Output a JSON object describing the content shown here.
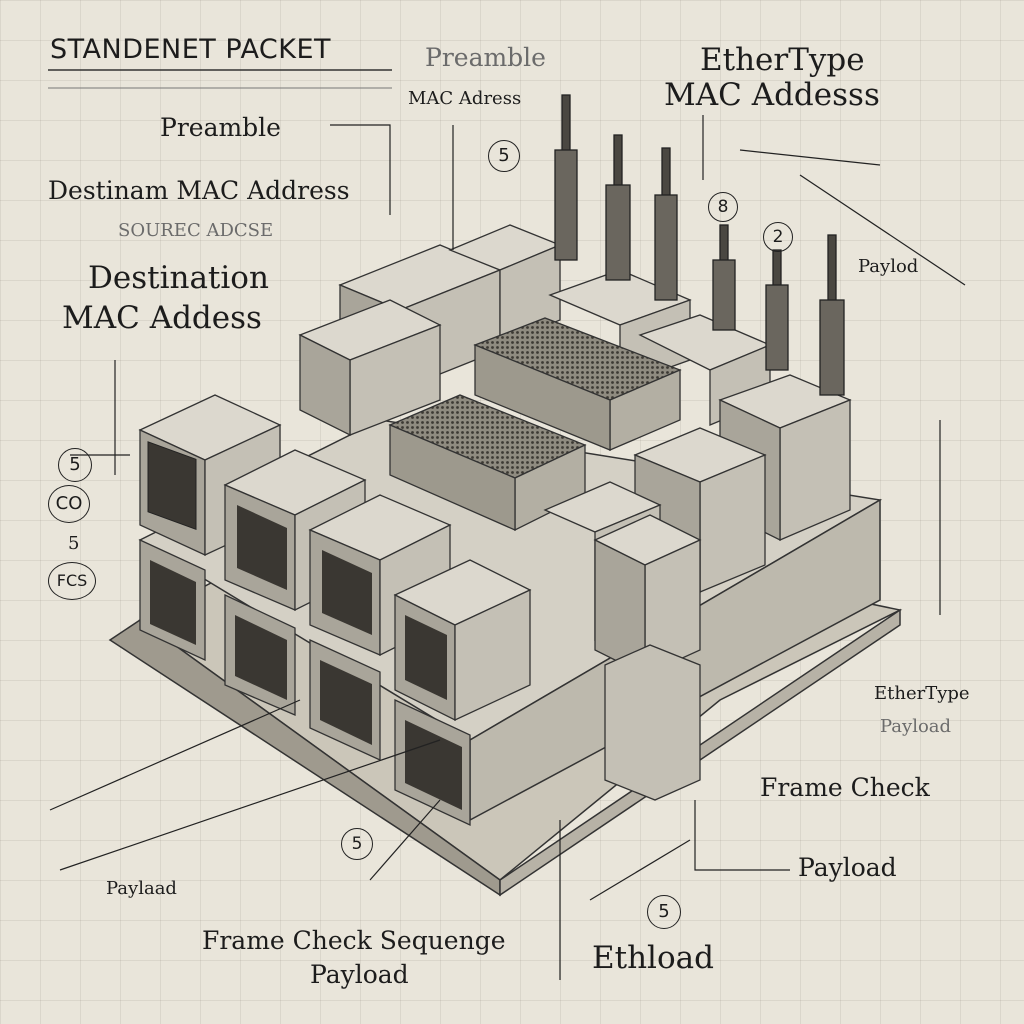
{
  "title": "STANDENET PACKET",
  "labels": {
    "preamble_top": "Preamble",
    "preamble_left": "Preamble",
    "mac_adress_top": "MAC Adress",
    "ethertype_top": "EtherType",
    "mac_addess_top": "MAC Addesss",
    "destinam_mac": "Destinam MAC Address",
    "source_adcse": "SOUREC ADCSE",
    "destination": "Destination",
    "mac_addess_left": "MAC Addess",
    "payload_right": "Paylod",
    "ethertype_right": "EtherType",
    "payload_right_faint": "Payload",
    "frame_check": "Frame Check",
    "payload_bottom_right": "Payload",
    "payload_bottom_left": "Paylaad",
    "frame_check_sequence": "Frame Check Sequenge",
    "payload_bottom": "Payload",
    "ethload": "Ethload"
  },
  "markers": {
    "m1": "5",
    "m2": "8",
    "m3": "2",
    "m4": "5",
    "m5": "CO",
    "m6": "5",
    "m7": "FCS",
    "m8": "5",
    "m9": "5"
  },
  "colors": {
    "paper": "#e9e5da",
    "ink": "#1c1c1c",
    "block_top": "#d8d4c9",
    "block_left": "#a9a59a",
    "block_right": "#c4c0b5"
  }
}
